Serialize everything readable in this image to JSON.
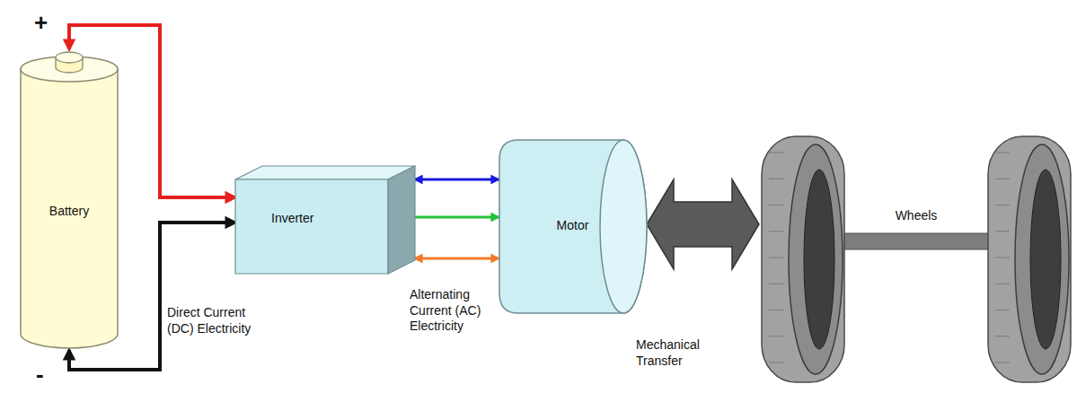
{
  "diagram": {
    "nodes": [
      {
        "text": [
          "Battery"
        ]
      },
      {
        "text": [
          "Inverter"
        ]
      },
      {
        "text": [
          "Motor"
        ]
      },
      {
        "text": [
          "Wheels"
        ]
      }
    ],
    "edges": [
      {
        "from": 0,
        "to": 1,
        "arrow": "both"
      },
      {
        "from": 0,
        "to": 1,
        "arrow": "both"
      },
      {
        "from": 1,
        "to": 2,
        "arrow": "both"
      },
      {
        "from": 1,
        "to": 2,
        "arrow": "to"
      },
      {
        "from": 1,
        "to": 2,
        "arrow": "both"
      },
      {
        "from": 2,
        "to": 3,
        "arrow": "both"
      }
    ],
    "labels": [
      "+",
      "-",
      "Direct Current (DC) Electricity",
      "Alternating Current (AC) Electricity",
      "Mechanical Transfer"
    ]
  }
}
